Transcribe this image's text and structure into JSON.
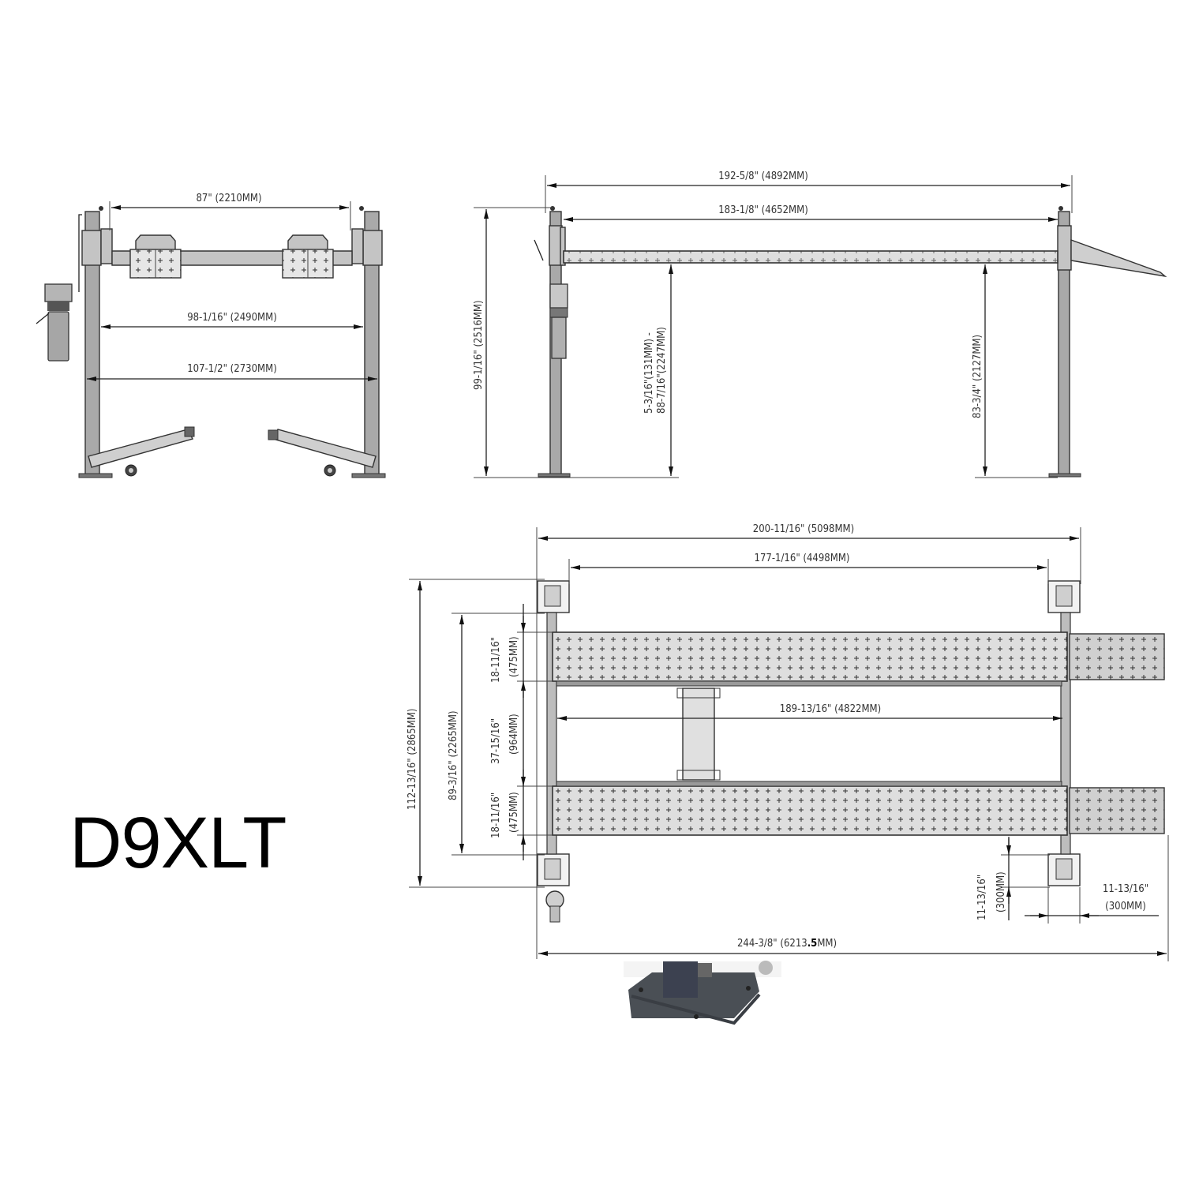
{
  "model": "D9XLT",
  "colors": {
    "background": "#ffffff",
    "line": "#222222",
    "steel": "#a9a9a9",
    "deck": "#dedede",
    "base_plate": "#4a4f55"
  },
  "front_view": {
    "dims": {
      "top_width": "87\" (2210MM)",
      "inner_width": "98-1/16\" (2490MM)",
      "outer_width": "107-1/2\" (2730MM)"
    }
  },
  "side_view": {
    "dims": {
      "overall_length": "192-5/8\" (4892MM)",
      "post_to_post": "183-1/8\" (4652MM)",
      "overall_height": "99-1/16\" (2516MM)",
      "lift_range_line1": "5-3/16\"(131MM) -",
      "lift_range_line2": "88-7/16\"(2247MM)",
      "under_clearance": "83-3/4\" (2127MM)"
    }
  },
  "top_view": {
    "dims": {
      "overall_length": "200-11/16\" (5098MM)",
      "inner_post_length": "177-1/16\" (4498MM)",
      "runway_length": "189-13/16\" (4822MM)",
      "overall_width": "112-13/16\" (2865MM)",
      "inner_width": "89-3/16\" (2265MM)",
      "runway_width_1a": "18-11/16\"",
      "runway_width_1b": "(475MM)",
      "gap_width_a": "37-15/16\"",
      "gap_width_b": "(964MM)",
      "runway_width_2a": "18-11/16\"",
      "runway_width_2b": "(475MM)",
      "post_depth_a": "11-13/16\"",
      "post_depth_b": "(300MM)",
      "post_width_a": "11-13/16\"",
      "post_width_b": "(300MM)",
      "total_with_ramps_prefix": "244-3/8\" (6213",
      "total_with_ramps_bold": ".5",
      "total_with_ramps_suffix": "MM)"
    }
  }
}
